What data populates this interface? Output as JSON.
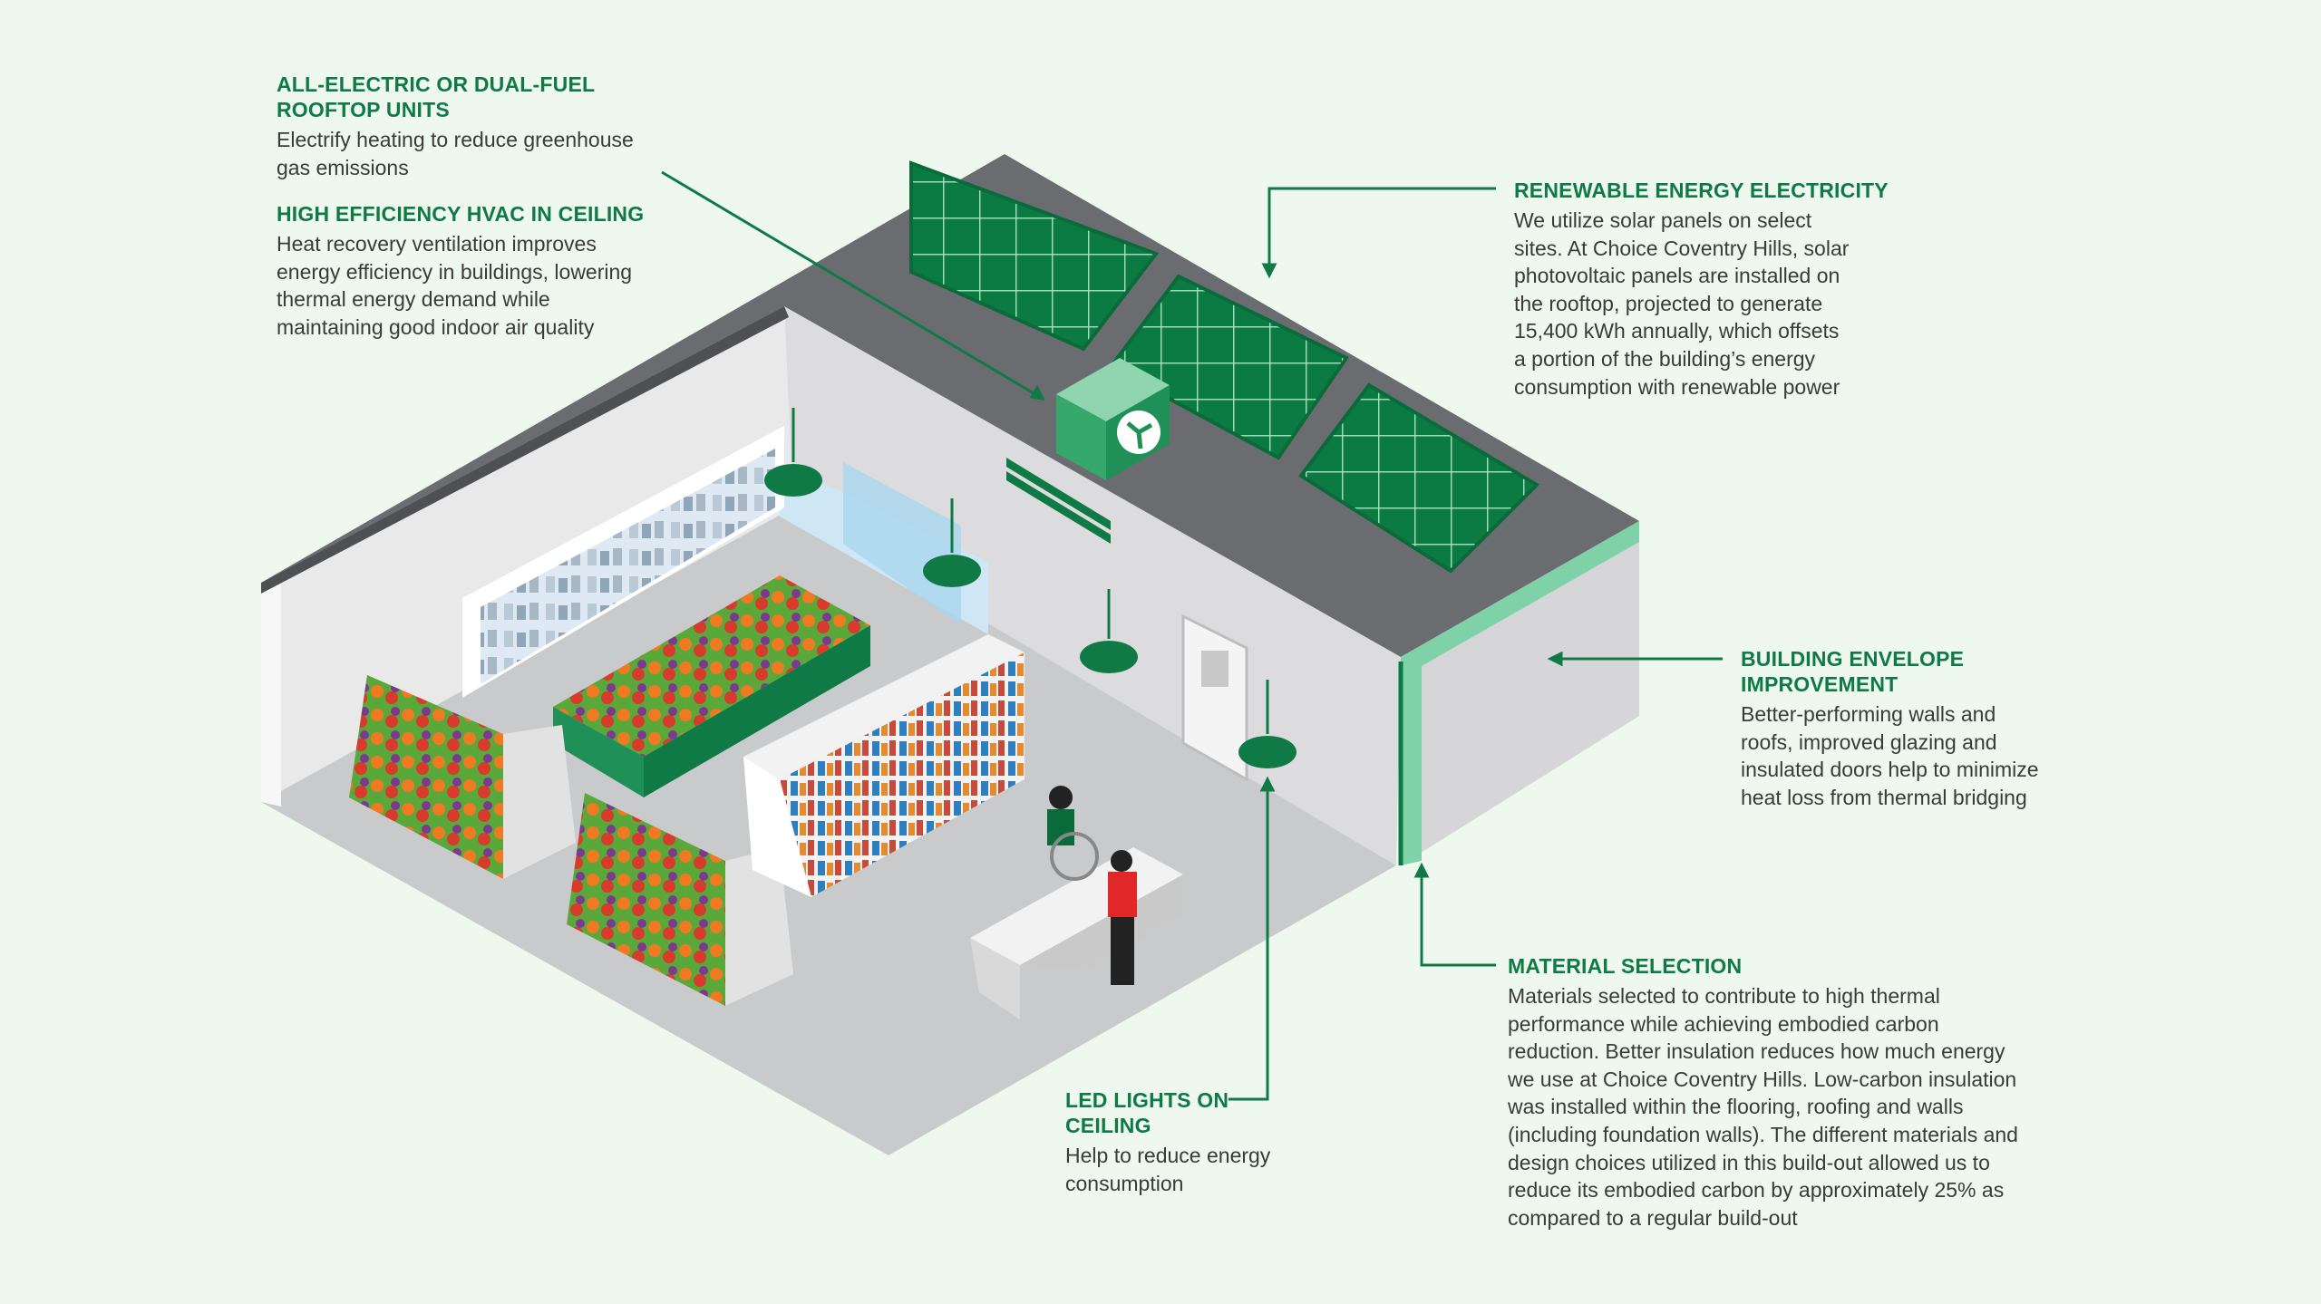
{
  "colors": {
    "background": "#eef8ef",
    "accent_green": "#0f7a45",
    "dark_green": "#0a6b3a",
    "light_green": "#7fd1a8",
    "roof_gray": "#6a6c70",
    "floor_gray": "#c9cacc",
    "wall_light": "#ececed",
    "text_gray": "#3a3a3a"
  },
  "callouts": {
    "rooftop_units": {
      "title": "ALL-ELECTRIC OR DUAL-FUEL\nROOFTOP UNITS",
      "body": "Electrify heating to reduce greenhouse\ngas emissions"
    },
    "hvac": {
      "title": "HIGH EFFICIENCY HVAC IN CEILING",
      "body": "Heat recovery ventilation improves\nenergy efficiency in buildings, lowering\nthermal energy demand while\nmaintaining good indoor air quality"
    },
    "solar": {
      "title": "RENEWABLE ENERGY ELECTRICITY",
      "body": "We utilize solar panels on select\nsites. At Choice Coventry Hills, solar\nphotovoltaic panels are installed on\nthe rooftop, projected to generate\n15,400 kWh annually, which offsets\na portion of the building’s energy\nconsumption with renewable power"
    },
    "envelope": {
      "title": "BUILDING ENVELOPE\nIMPROVEMENT",
      "body": "Better-performing walls and\nroofs, improved glazing and\ninsulated doors help to minimize\nheat loss from thermal bridging"
    },
    "material": {
      "title": "MATERIAL SELECTION",
      "body": "Materials selected to contribute to high thermal\nperformance while achieving embodied carbon\nreduction. Better insulation reduces how much energy\nwe use at Choice Coventry Hills. Low-carbon insulation\nwas installed within the flooring, roofing and walls\n(including foundation walls). The different materials and\ndesign choices utilized in this build-out allowed us to\nreduce its embodied carbon by approximately 25% as\ncompared to a regular build-out"
    },
    "led": {
      "title": "LED LIGHTS ON\nCEILING",
      "body": "Help to reduce energy\nconsumption"
    }
  },
  "icons": {
    "hvac_unit": "fan-icon",
    "lights": "pendant-lamp-icon"
  }
}
